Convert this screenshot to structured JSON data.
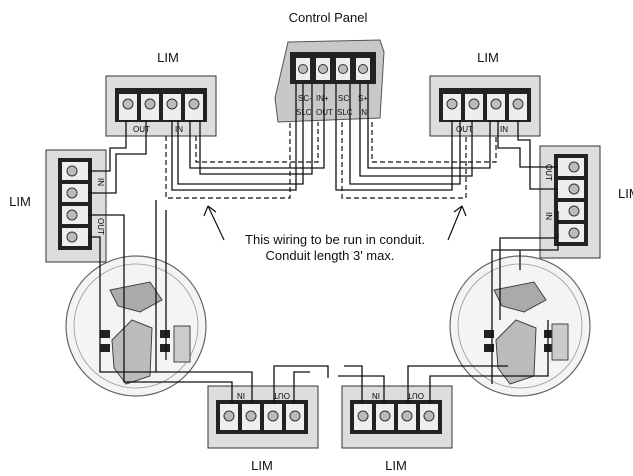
{
  "title": "Control Panel",
  "panel_terminals": {
    "top": [
      "SC-",
      "IN+",
      "SC",
      "S+"
    ],
    "bottom": [
      "SLC",
      "OUT",
      "SLC",
      "IN"
    ]
  },
  "lim_labels": {
    "top_left": "LIM",
    "top_right": "LIM",
    "left": "LIM",
    "right": "LIM",
    "bottom_left": "LIM",
    "bottom_right": "LIM"
  },
  "terminal_labels": {
    "out": "OUT",
    "in": "IN"
  },
  "note": {
    "line1": "This wiring to be run in conduit.",
    "line2": "Conduit length 3' max."
  }
}
